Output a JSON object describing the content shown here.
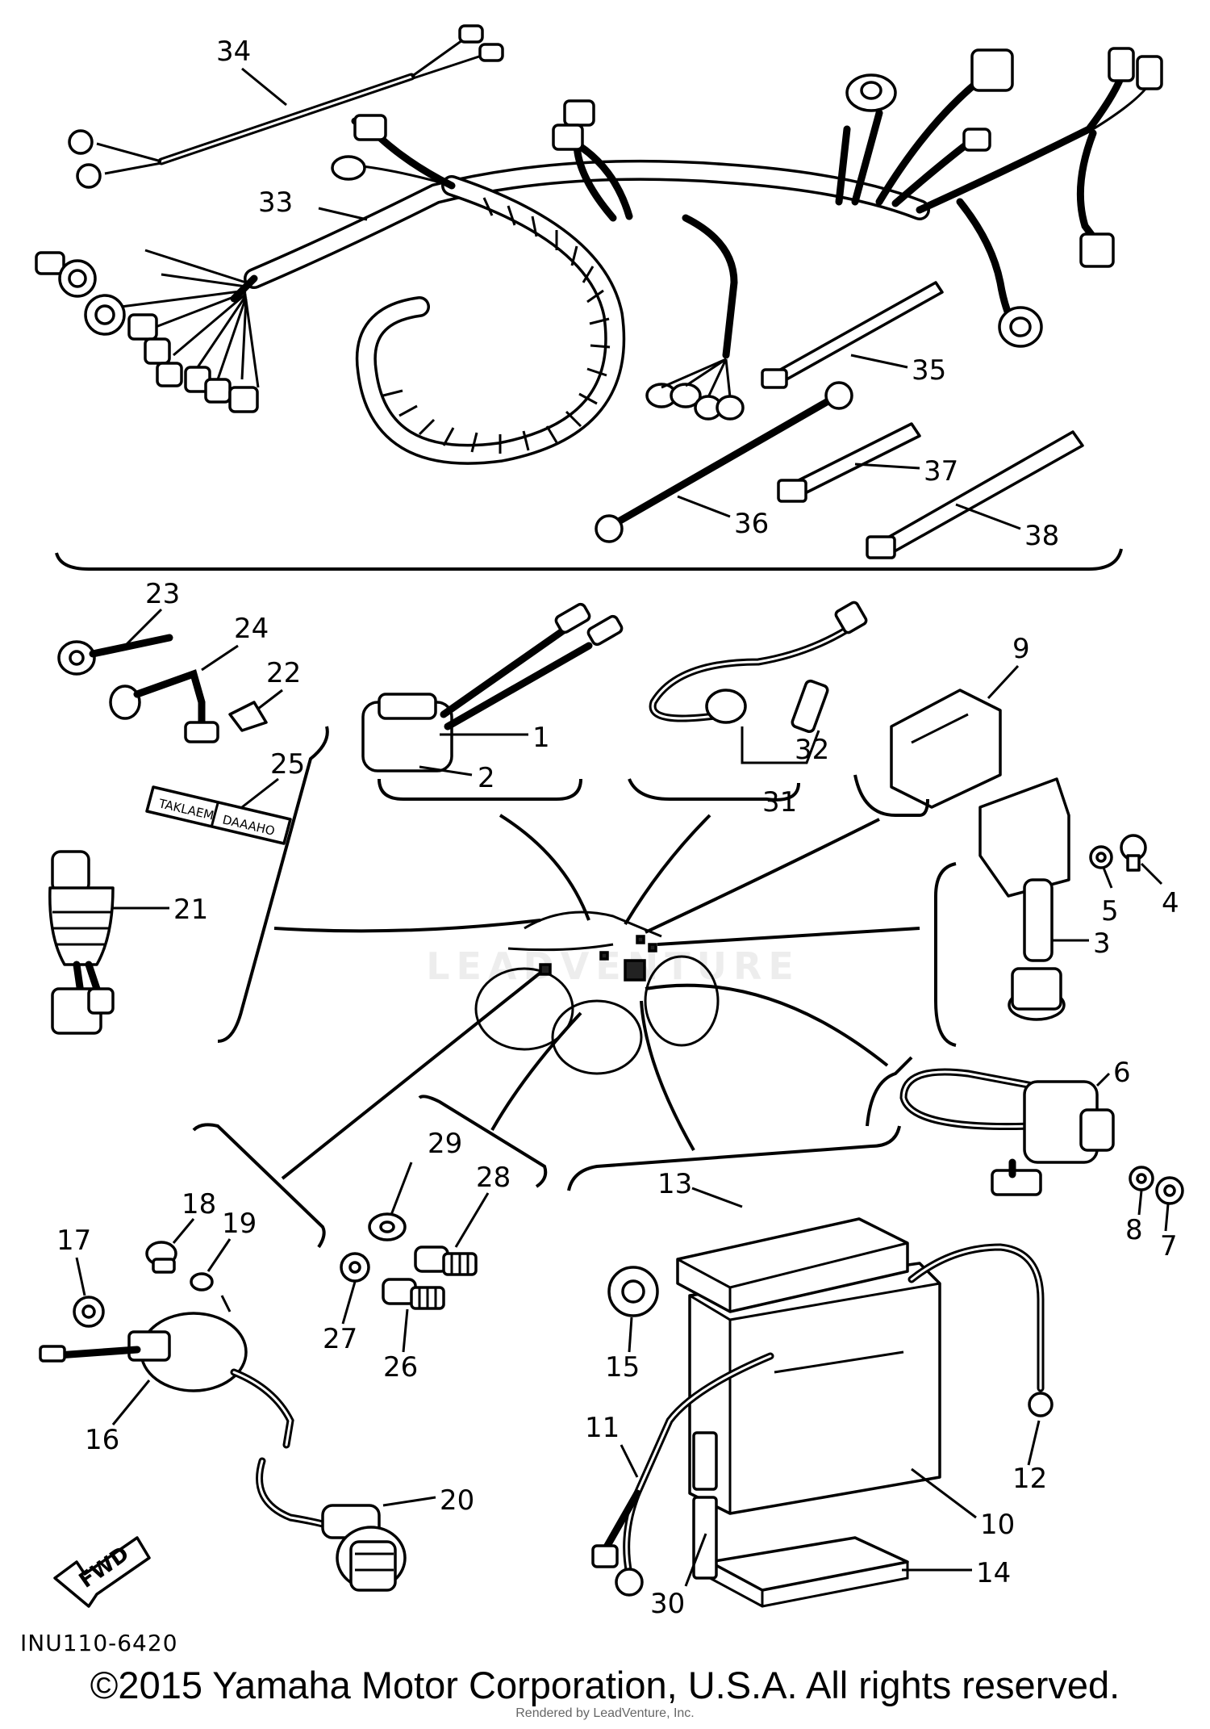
{
  "diagram_code": "INU110-6420",
  "fwd_label": "FWD",
  "copyright": "©2015 Yamaha Motor Corporation, U.S.A. All rights reserved.",
  "rendered_by": "Rendered by LeadVenture, Inc.",
  "watermark": "LEADVENTURE",
  "decal_text_top": "TAKLAEM",
  "decal_text_bottom": "DAAAHO",
  "part_numbers": [
    "1",
    "2",
    "3",
    "4",
    "5",
    "6",
    "7",
    "8",
    "9",
    "10",
    "11",
    "12",
    "13",
    "14",
    "15",
    "16",
    "17",
    "18",
    "19",
    "20",
    "21",
    "22",
    "23",
    "24",
    "25",
    "26",
    "27",
    "28",
    "29",
    "30",
    "31",
    "32",
    "33",
    "34",
    "35",
    "36",
    "37",
    "38"
  ]
}
